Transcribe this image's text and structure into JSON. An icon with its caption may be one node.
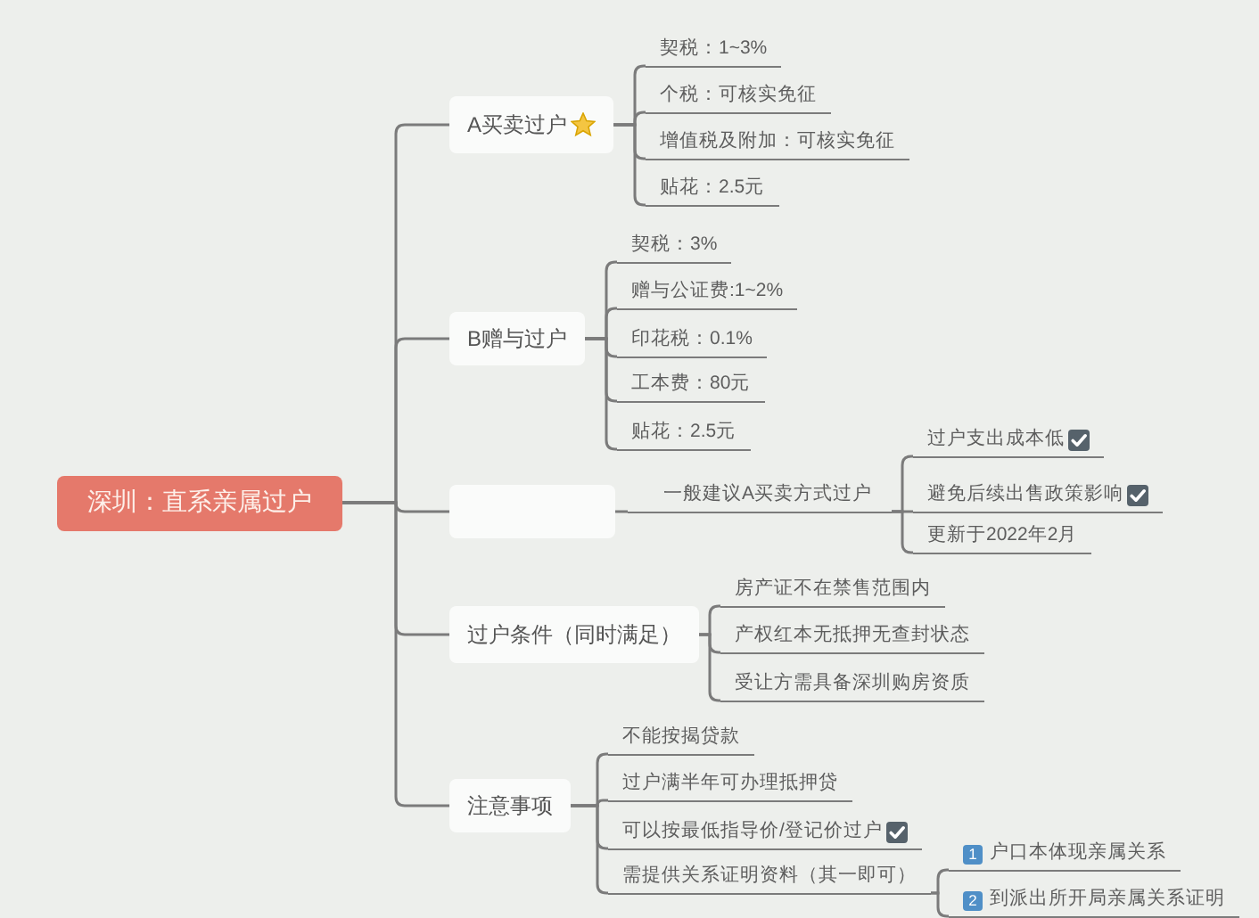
{
  "diagram": {
    "nodes": [
      {
        "text": [
          "深圳：直系亲属过户"
        ]
      },
      {
        "text": [
          "A买卖过户"
        ]
      },
      {
        "text": [
          "契税：1~3%"
        ]
      },
      {
        "text": [
          "个税：可核实免征"
        ]
      },
      {
        "text": [
          "增值税及附加：可核实免征"
        ]
      },
      {
        "text": [
          "贴花：2.5元"
        ]
      },
      {
        "text": [
          "B赠与过户"
        ]
      },
      {
        "text": [
          "契税：3%"
        ]
      },
      {
        "text": [
          "赠与公证费:1~2%"
        ]
      },
      {
        "text": [
          "印花税：0.1%"
        ]
      },
      {
        "text": [
          "工本费：80元"
        ]
      },
      {
        "text": [
          "贴花：2.5元"
        ]
      },
      {
        "text": [],
        "shape": "box"
      },
      {
        "text": [
          "一般建议A买卖方式过户"
        ]
      },
      {
        "text": [
          "过户支出成本低"
        ]
      },
      {
        "text": [
          "避免后续出售政策影响"
        ]
      },
      {
        "text": [
          "更新于2022年2月"
        ]
      },
      {
        "text": [
          "过户条件（同时满足）"
        ]
      },
      {
        "text": [
          "房产证不在禁售范围内"
        ]
      },
      {
        "text": [
          "产权红本无抵押无查封状态"
        ]
      },
      {
        "text": [
          "受让方需具备深圳购房资质"
        ]
      },
      {
        "text": [
          "注意事项"
        ]
      },
      {
        "text": [
          "不能按揭贷款"
        ]
      },
      {
        "text": [
          "过户满半年可办理抵押贷"
        ]
      },
      {
        "text": [
          "可以按最低指导价/登记价过户"
        ]
      },
      {
        "text": [
          "需提供关系证明资料（其一即可）"
        ]
      },
      {
        "text": [
          "1",
          "户口本体现亲属关系"
        ]
      },
      {
        "text": [
          "2",
          "到派出所开局亲属关系证明"
        ]
      }
    ],
    "edges": [
      {
        "from": 0,
        "to": 1,
        "arrow": "none"
      },
      {
        "from": 0,
        "to": 6,
        "arrow": "none"
      },
      {
        "from": 0,
        "to": 12,
        "arrow": "none"
      },
      {
        "from": 0,
        "to": 17,
        "arrow": "none"
      },
      {
        "from": 0,
        "to": 21,
        "arrow": "none"
      },
      {
        "from": 1,
        "to": 2,
        "arrow": "none"
      },
      {
        "from": 1,
        "to": 3,
        "arrow": "none"
      },
      {
        "from": 1,
        "to": 4,
        "arrow": "none"
      },
      {
        "from": 1,
        "to": 5,
        "arrow": "none"
      },
      {
        "from": 6,
        "to": 7,
        "arrow": "none"
      },
      {
        "from": 6,
        "to": 8,
        "arrow": "none"
      },
      {
        "from": 6,
        "to": 9,
        "arrow": "none"
      },
      {
        "from": 6,
        "to": 10,
        "arrow": "none"
      },
      {
        "from": 6,
        "to": 11,
        "arrow": "none"
      },
      {
        "from": 12,
        "to": 13,
        "arrow": "none"
      },
      {
        "from": 13,
        "to": 14,
        "arrow": "none"
      },
      {
        "from": 13,
        "to": 15,
        "arrow": "none"
      },
      {
        "from": 13,
        "to": 16,
        "arrow": "none"
      },
      {
        "from": 17,
        "to": 18,
        "arrow": "none"
      },
      {
        "from": 17,
        "to": 19,
        "arrow": "none"
      },
      {
        "from": 17,
        "to": 20,
        "arrow": "none"
      },
      {
        "from": 21,
        "to": 22,
        "arrow": "none"
      },
      {
        "from": 21,
        "to": 23,
        "arrow": "none"
      },
      {
        "from": 21,
        "to": 24,
        "arrow": "none"
      },
      {
        "from": 21,
        "to": 25,
        "arrow": "none"
      },
      {
        "from": 25,
        "to": 26,
        "arrow": "none"
      },
      {
        "from": 25,
        "to": 27,
        "arrow": "none"
      }
    ]
  }
}
